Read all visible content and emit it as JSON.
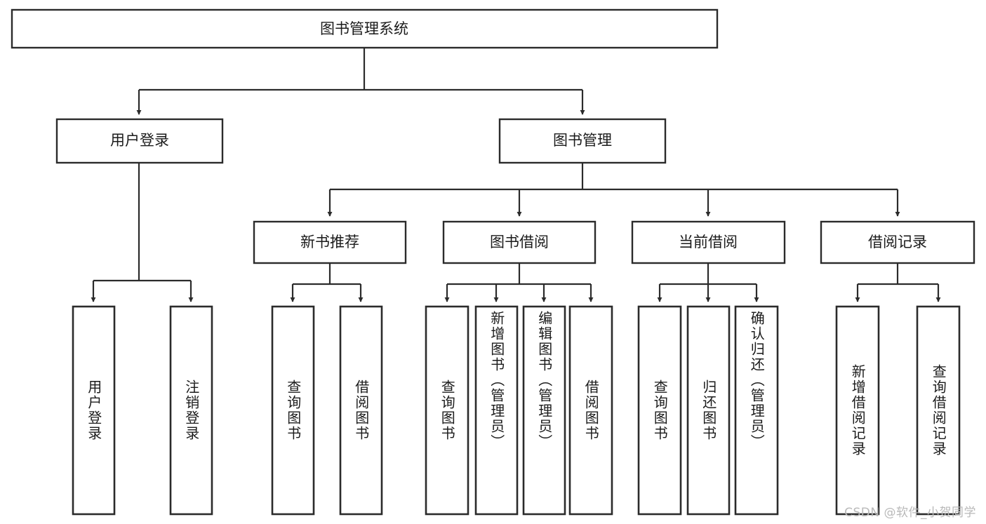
{
  "diagram": {
    "title": "图书管理系统",
    "type": "tree",
    "orientation": "top-down",
    "colors": {
      "background": "#ffffff",
      "box_fill": "#ffffff",
      "box_stroke": "#2b2b2b",
      "text": "#1b1b1b",
      "watermark": "#b9b9b9"
    },
    "watermark": "CSDN @软件_小贺同学",
    "levels": {
      "root": "图书管理系统",
      "level2": [
        "用户登录",
        "图书管理"
      ],
      "level3": [
        "新书推荐",
        "图书借阅",
        "当前借阅",
        "借阅记录"
      ]
    },
    "nodes": {
      "root": {
        "label": "图书管理系统",
        "level": 1
      },
      "user_login": {
        "label": "用户登录",
        "level": 2
      },
      "book_manage": {
        "label": "图书管理",
        "level": 2
      },
      "new_book_rec": {
        "label": "新书推荐",
        "level": 3
      },
      "book_borrow": {
        "label": "图书借阅",
        "level": 3
      },
      "current_borrow": {
        "label": "当前借阅",
        "level": 3
      },
      "borrow_record": {
        "label": "借阅记录",
        "level": 3
      }
    },
    "leaves": {
      "user_login": [
        {
          "id": "leaf-user-login",
          "label": "用户登录"
        },
        {
          "id": "leaf-user-logout",
          "label": "注销登录"
        }
      ],
      "new_book_rec": [
        {
          "id": "leaf-query-book-1",
          "label": "查询图书"
        },
        {
          "id": "leaf-borrow-book-1",
          "label": "借阅图书"
        }
      ],
      "book_borrow": [
        {
          "id": "leaf-query-book-2",
          "label": "查询图书"
        },
        {
          "id": "leaf-add-book",
          "label": "新增图书（管理员）"
        },
        {
          "id": "leaf-edit-book",
          "label": "编辑图书（管理员）"
        },
        {
          "id": "leaf-borrow-book-2",
          "label": "借阅图书"
        }
      ],
      "current_borrow": [
        {
          "id": "leaf-query-book-3",
          "label": "查询图书"
        },
        {
          "id": "leaf-return-book",
          "label": "归还图书"
        },
        {
          "id": "leaf-confirm-return",
          "label": "确认归还（管理员）"
        }
      ],
      "borrow_record": [
        {
          "id": "leaf-add-record",
          "label": "新增借阅记录"
        },
        {
          "id": "leaf-query-record",
          "label": "查询借阅记录"
        }
      ]
    }
  }
}
